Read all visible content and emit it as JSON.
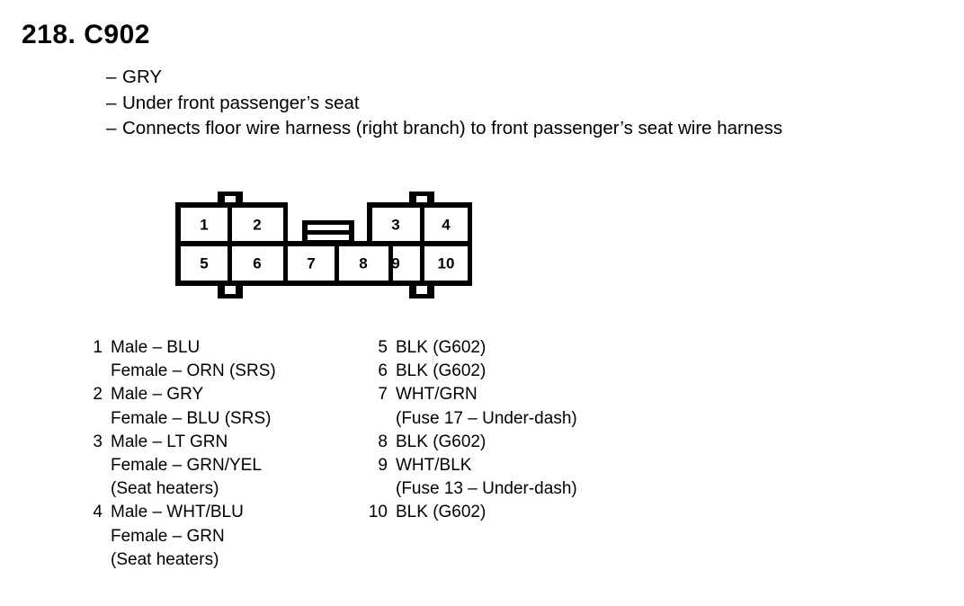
{
  "header": {
    "title": "218. C902",
    "dash": "–",
    "descriptions": [
      "GRY",
      "Under front passenger’s seat",
      "Connects floor wire harness (right branch) to front passenger’s seat wire harness"
    ]
  },
  "connector": {
    "name": "C902",
    "cavity_count": 10,
    "top_row": [
      "1",
      "2",
      "3",
      "4"
    ],
    "bottom_row": [
      "5",
      "6",
      "7",
      "8",
      "9",
      "10"
    ],
    "center_feature": "latch-keyway",
    "tabs": [
      "top-left",
      "top-right",
      "bottom-left",
      "bottom-right"
    ],
    "outline_color": "#000000",
    "fill_color": "#ffffff"
  },
  "pins": {
    "left_column": [
      {
        "number": "1",
        "lines": [
          "Male – BLU",
          "Female – ORN (SRS)"
        ]
      },
      {
        "number": "2",
        "lines": [
          "Male – GRY",
          "Female – BLU (SRS)"
        ]
      },
      {
        "number": "3",
        "lines": [
          "Male – LT GRN",
          "Female – GRN/YEL",
          "(Seat heaters)"
        ]
      },
      {
        "number": "4",
        "lines": [
          "Male – WHT/BLU",
          "Female – GRN",
          "(Seat heaters)"
        ]
      }
    ],
    "right_column": [
      {
        "number": "5",
        "lines": [
          "BLK (G602)"
        ]
      },
      {
        "number": "6",
        "lines": [
          "BLK (G602)"
        ]
      },
      {
        "number": "7",
        "lines": [
          "WHT/GRN",
          "(Fuse 17 – Under-dash)"
        ]
      },
      {
        "number": "8",
        "lines": [
          "BLK (G602)"
        ]
      },
      {
        "number": "9",
        "lines": [
          "WHT/BLK",
          "(Fuse 13 – Under-dash)"
        ]
      },
      {
        "number": "10",
        "lines": [
          "BLK (G602)"
        ]
      }
    ]
  }
}
